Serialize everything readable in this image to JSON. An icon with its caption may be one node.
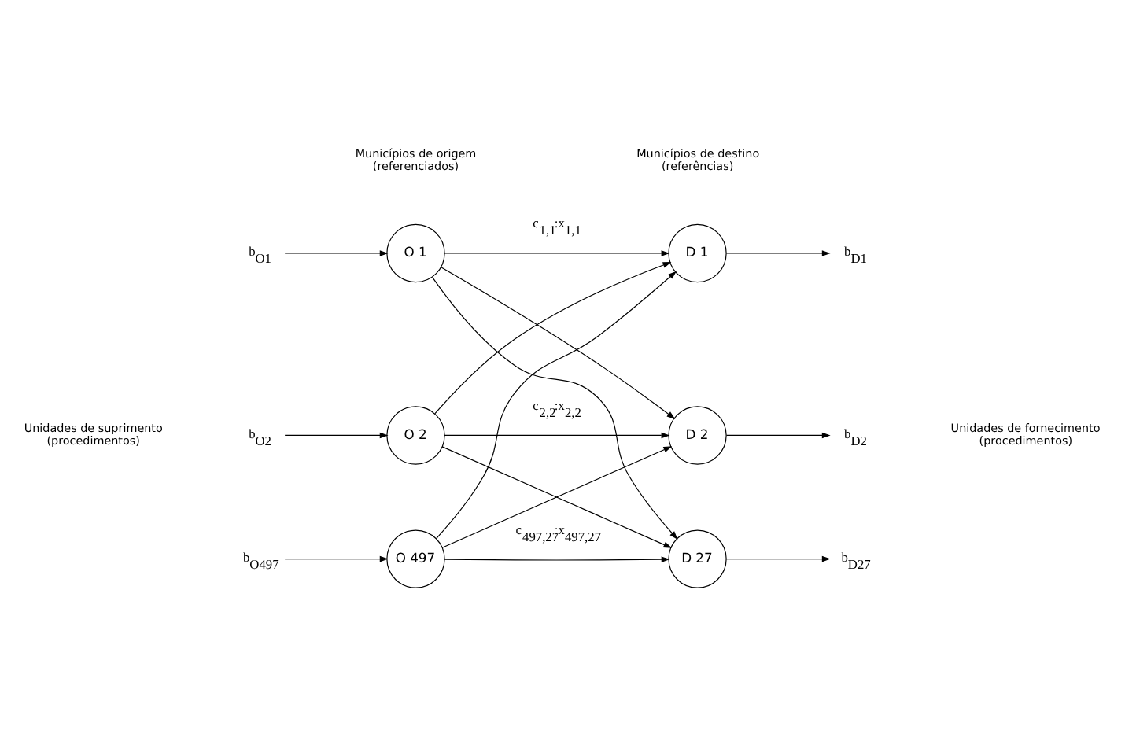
{
  "diagram": {
    "nodes": [
      {
        "text": [
          "b$_{O1}$"
        ]
      },
      {
        "text": [
          "b$_{O2}$"
        ]
      },
      {
        "text": [
          "b$_{O497}$"
        ]
      },
      {
        "text": [
          "O 1"
        ]
      },
      {
        "text": [
          "O 2"
        ]
      },
      {
        "text": [
          "O 497"
        ]
      },
      {
        "text": [
          "D 1"
        ]
      },
      {
        "text": [
          "D 2"
        ]
      },
      {
        "text": [
          "D 27"
        ]
      },
      {
        "text": [
          "b$_{D1}$"
        ]
      },
      {
        "text": [
          "b$_{D2}$"
        ]
      },
      {
        "text": [
          "b$_{D27}$"
        ]
      }
    ],
    "edges": [
      {
        "from": 0,
        "to": 3,
        "arrow": "to"
      },
      {
        "from": 1,
        "to": 4,
        "arrow": "to"
      },
      {
        "from": 2,
        "to": 5,
        "arrow": "to"
      },
      {
        "from": 3,
        "to": 6,
        "arrow": "to",
        "label": "c$_{1,1}$:x$_{1,1}$"
      },
      {
        "from": 3,
        "to": 7,
        "arrow": "to"
      },
      {
        "from": 3,
        "to": 8,
        "arrow": "to"
      },
      {
        "from": 4,
        "to": 6,
        "arrow": "to"
      },
      {
        "from": 4,
        "to": 7,
        "arrow": "to",
        "label": "c$_{2,2}$:x$_{2,2}$"
      },
      {
        "from": 4,
        "to": 8,
        "arrow": "to"
      },
      {
        "from": 5,
        "to": 6,
        "arrow": "to"
      },
      {
        "from": 5,
        "to": 7,
        "arrow": "to"
      },
      {
        "from": 5,
        "to": 8,
        "arrow": "to",
        "label": "c$_{497,27}$:x$_{497,27}$"
      },
      {
        "from": 6,
        "to": 9,
        "arrow": "to"
      },
      {
        "from": 7,
        "to": 10,
        "arrow": "to"
      },
      {
        "from": 8,
        "to": 11,
        "arrow": "to"
      }
    ],
    "labels": [
      "Municípios de origem (referenciados)",
      "Municípios de destino (referências)",
      "Unidades de suprimento (procedimentos)",
      "Unidades de fornecimento (procedimentos)"
    ]
  }
}
